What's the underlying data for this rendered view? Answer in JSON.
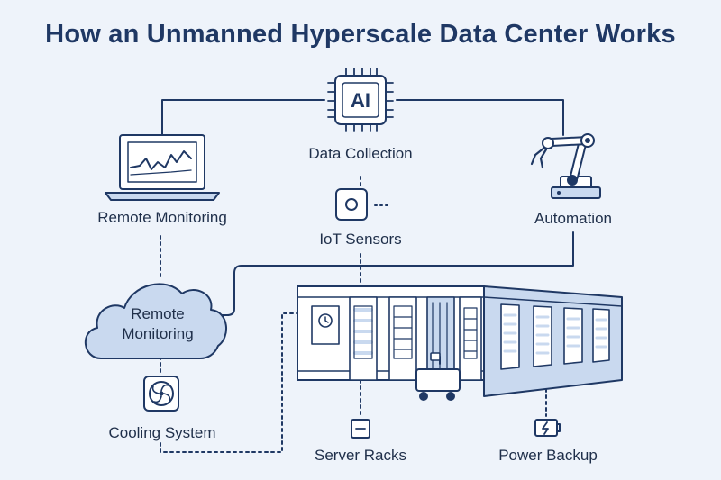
{
  "title": "How an Unmanned Hyperscale Data Center Works",
  "nodes": {
    "ai_chip": {
      "label": "AI"
    },
    "data_collection": {
      "label": "Data Collection"
    },
    "remote_monitoring_laptop": {
      "label": "Remote Monitoring"
    },
    "automation": {
      "label": "Automation"
    },
    "iot_sensors": {
      "label": "IoT Sensors"
    },
    "remote_monitoring_cloud": {
      "line1": "Remote",
      "line2": "Monitoring"
    },
    "cooling_system": {
      "label": "Cooling System"
    },
    "server_racks": {
      "label": "Server Racks"
    },
    "power_backup": {
      "label": "Power Backup"
    }
  },
  "colors": {
    "background": "#eef3fa",
    "stroke": "#1f3864",
    "fill_light": "#c9d9ef",
    "fill_white": "#ffffff"
  }
}
